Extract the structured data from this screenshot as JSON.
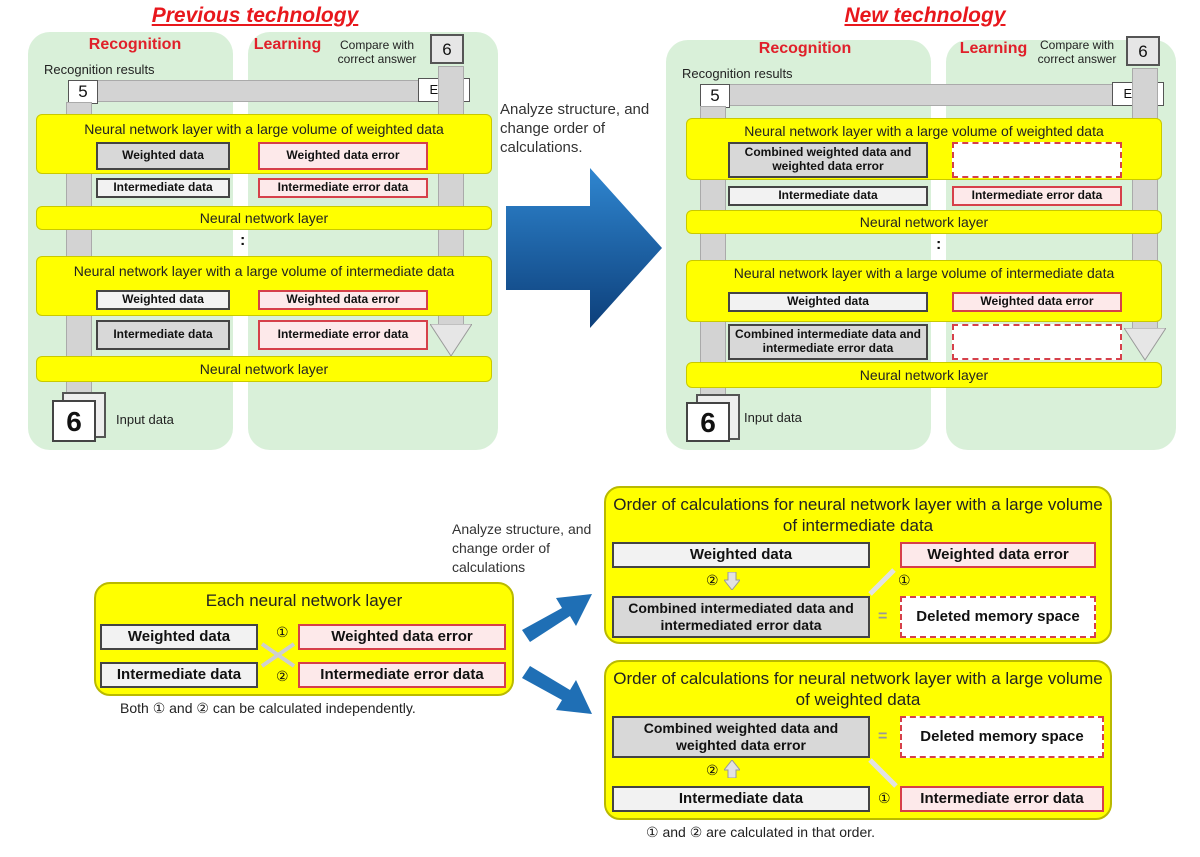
{
  "prev": {
    "title": "Previous technology",
    "recognition": "Recognition",
    "learning": "Learning",
    "compare": "Compare with correct answer",
    "correct_number": "6",
    "recognition_results": "Recognition results",
    "result_number": "5",
    "error": "Error",
    "layer_weighted": "Neural network layer with a large volume of weighted data",
    "weighted_data": "Weighted data",
    "weighted_data_error": "Weighted data error",
    "intermediate_data": "Intermediate data",
    "intermediate_error_data": "Intermediate error data",
    "nn_layer": "Neural network layer",
    "ellipsis": ":",
    "layer_intermediate": "Neural network layer with a large volume of intermediate data",
    "input_data": "Input data",
    "input_number": "6"
  },
  "middle": {
    "analyze": "Analyze structure, and change order of calculations."
  },
  "new": {
    "title": "New technology",
    "recognition": "Recognition",
    "learning": "Learning",
    "compare": "Compare with correct answer",
    "correct_number": "6",
    "recognition_results": "Recognition results",
    "result_number": "5",
    "error": "Error",
    "layer_weighted": "Neural network layer with a large volume of weighted data",
    "combined_weighted": "Combined weighted data and weighted data error",
    "intermediate_data": "Intermediate data",
    "intermediate_error_data": "Intermediate error data",
    "nn_layer": "Neural network layer",
    "ellipsis": ":",
    "layer_intermediate": "Neural network layer with a large volume of intermediate data",
    "weighted_data": "Weighted data",
    "weighted_data_error": "Weighted data error",
    "combined_intermediate": "Combined intermediate data and intermediate error data",
    "input_data": "Input data",
    "input_number": "6"
  },
  "bottom": {
    "each_title": "Each neural network layer",
    "weighted_data": "Weighted data",
    "weighted_data_error": "Weighted data error",
    "intermediate_data": "Intermediate data",
    "intermediate_error_data": "Intermediate error data",
    "c1": "①",
    "c2": "②",
    "independent_note": "Both ① and ② can be calculated independently.",
    "analyze": "Analyze structure, and change order of calculations",
    "order_intermediate_title": "Order of calculations for neural network layer with a large volume of intermediate data",
    "combined_intermediated": "Combined intermediated data and intermediated error data",
    "deleted_memory": "Deleted memory space",
    "order_weighted_title": "Order of calculations for neural network layer with a large volume of weighted data",
    "combined_weighted": "Combined weighted data and weighted data error",
    "order_note": "① and ② are calculated in that order.",
    "eq": "="
  },
  "colors": {
    "title_red": "#e8171c",
    "yellow": "#ffff00",
    "green_panel": "#d9f0d9",
    "blue_arrow": "#1f6fb5"
  }
}
